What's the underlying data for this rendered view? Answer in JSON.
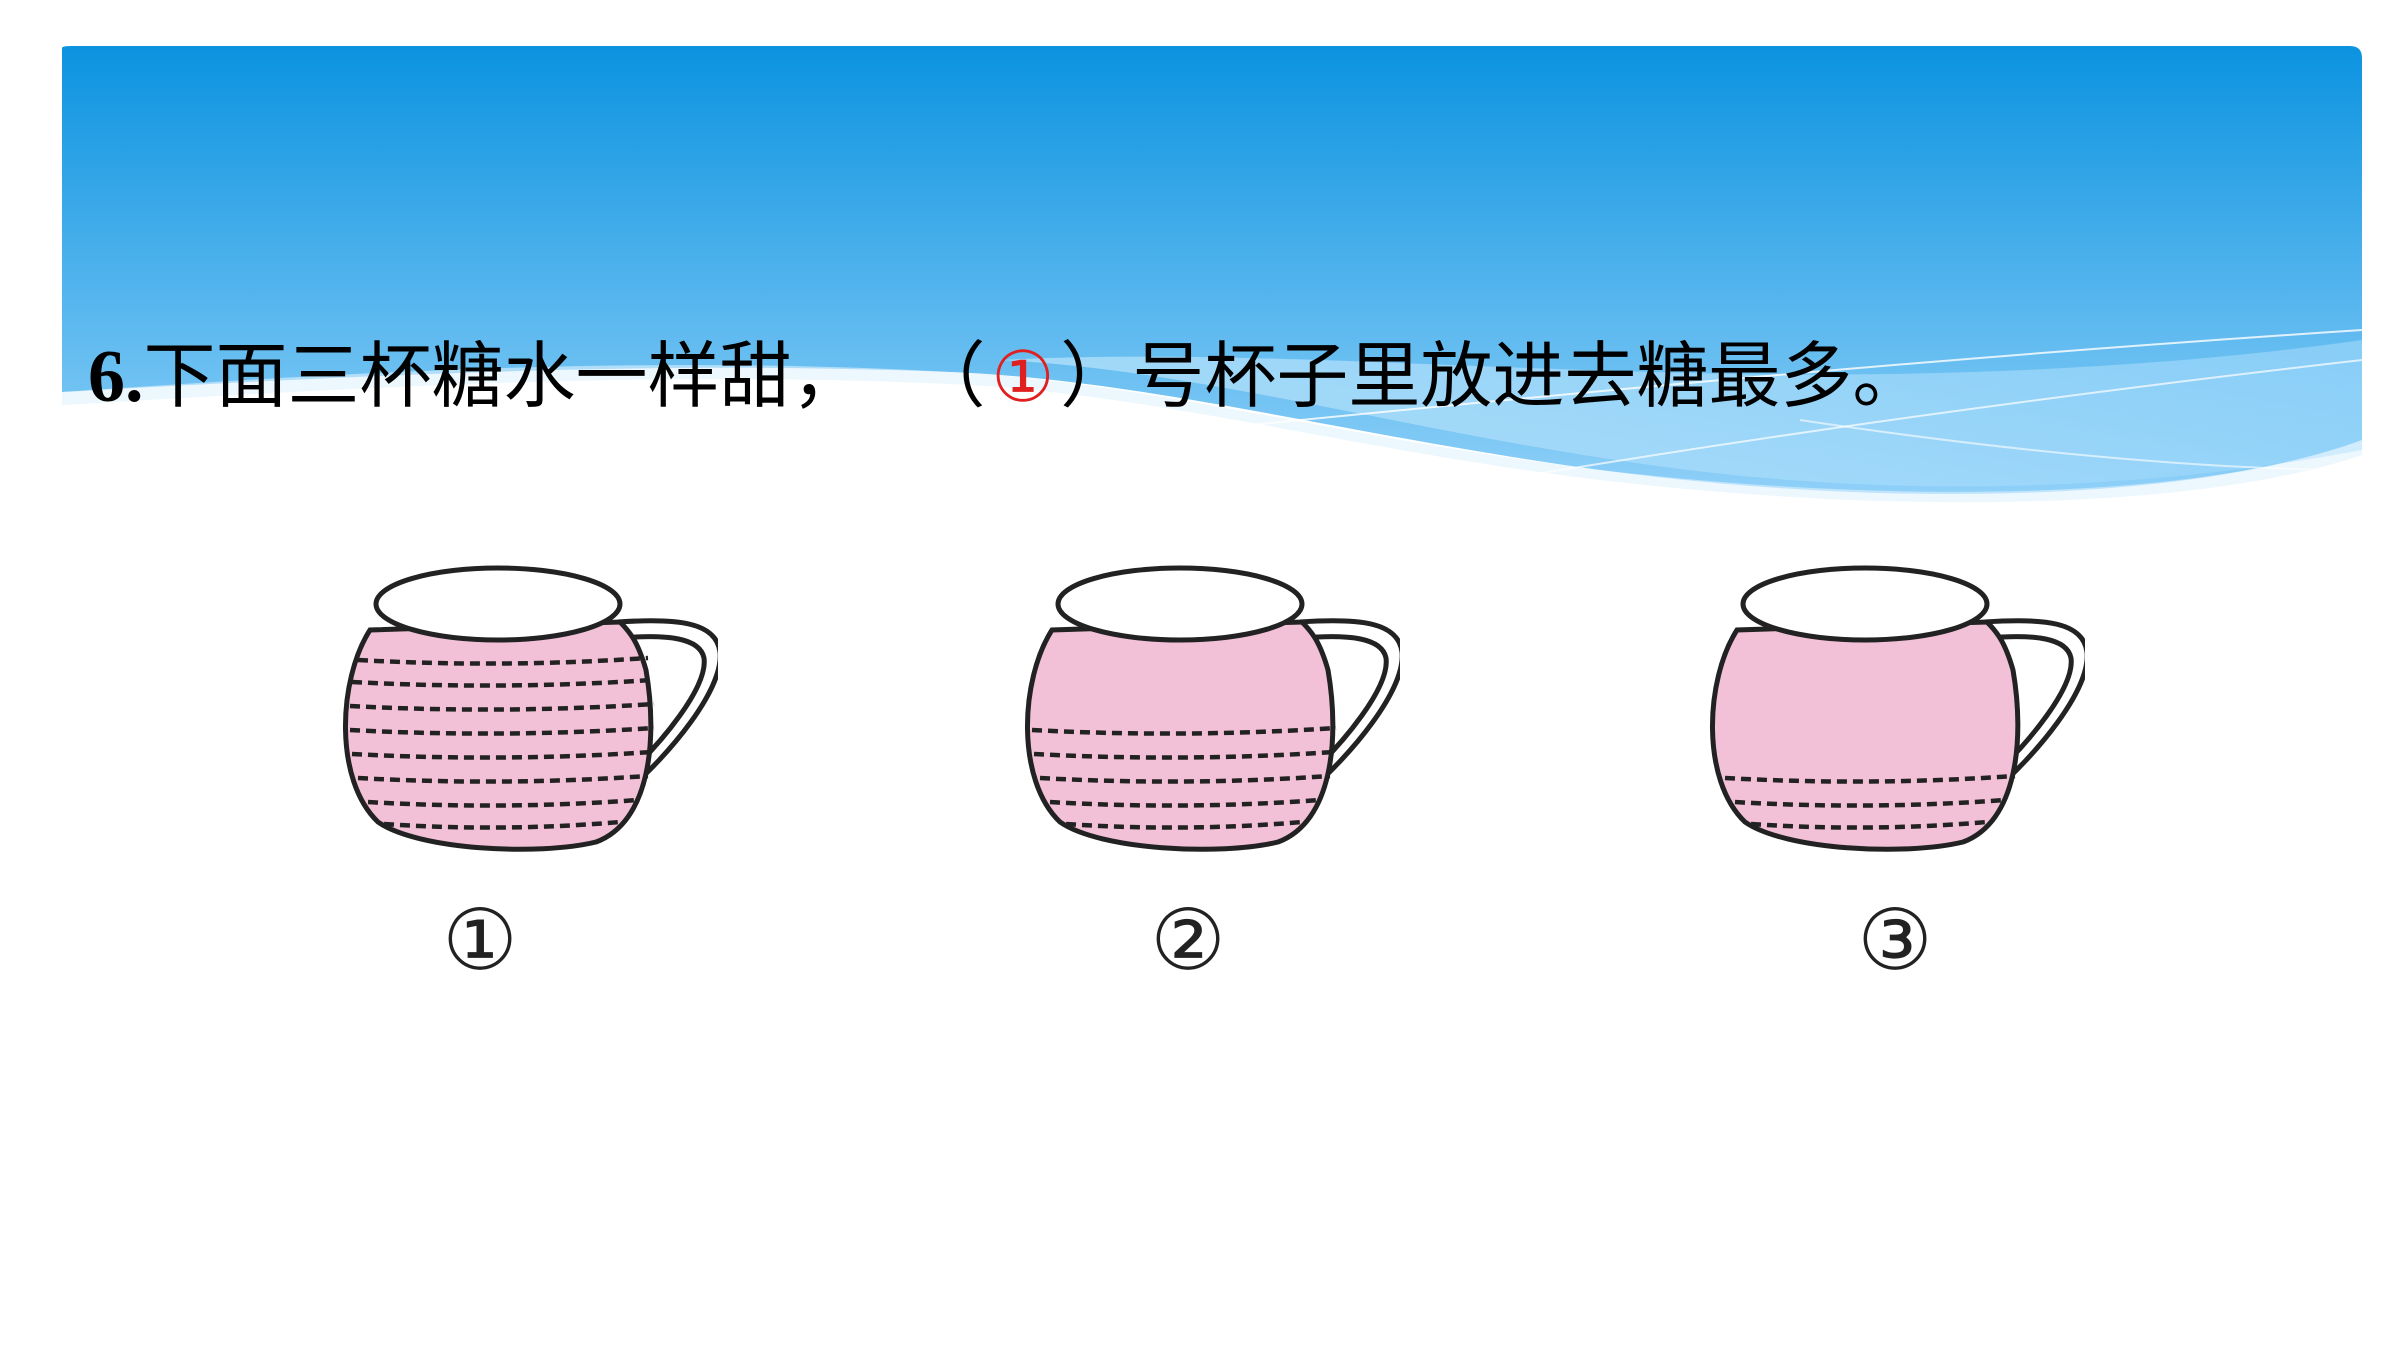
{
  "question": {
    "number": "6.",
    "text_before": "下面三杯糖水一样甜，",
    "paren_open": "（",
    "answer": "①",
    "paren_close": "）",
    "text_after": "号杯子里放进去糖最多。"
  },
  "cups": [
    {
      "label": "①",
      "sugar_lines": 8
    },
    {
      "label": "②",
      "sugar_lines": 5
    },
    {
      "label": "③",
      "sugar_lines": 3
    }
  ],
  "colors": {
    "banner_top": "#0b93e0",
    "banner_bottom": "#8fd0f8",
    "liquid": "#f2c1d8",
    "answer": "#e02020"
  }
}
